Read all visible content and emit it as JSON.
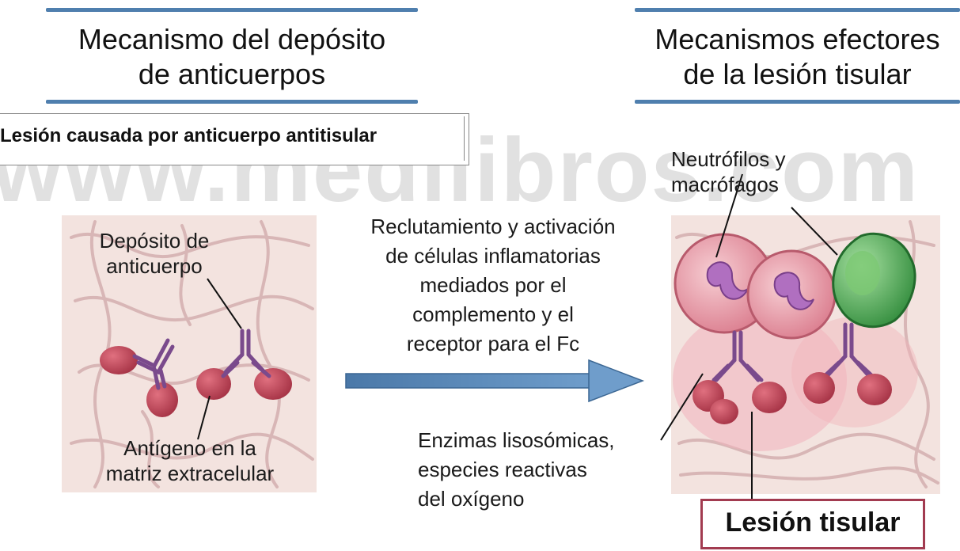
{
  "header_left": {
    "line1": "Mecanismo del depósito",
    "line2": "de anticuerpos"
  },
  "header_right": {
    "line1": "Mecanismos efectores",
    "line2": "de la lesión tisular"
  },
  "subtitle": "Lesión causada por anticuerpo antitisular",
  "watermark": "www.medilibros.com",
  "left_panel": {
    "label_deposit_1": "Depósito de",
    "label_deposit_2": "anticuerpo",
    "label_antigen_1": "Antígeno en la",
    "label_antigen_2": "matriz extracelular"
  },
  "middle": {
    "line1": "Reclutamiento y activación",
    "line2": "de células inflamatorias",
    "line3": "mediados por el",
    "line4": "complemento y el",
    "line5": "receptor para el Fc",
    "enzymes_1": "Enzimas lisosómicas,",
    "enzymes_2": "especies reactivas",
    "enzymes_3": "del oxígeno"
  },
  "right_panel": {
    "label_cells_1": "Neutrófilos y",
    "label_cells_2": "macrófagos"
  },
  "result_box": "Lesión tisular",
  "colors": {
    "accent_blue": "#4f7fae",
    "antigen_red": "#b8354a",
    "antibody_purple": "#7a4a8c",
    "neutrophil_pink": "#e9a3ad",
    "macrophage_green": "#3c9a45",
    "tissue_bg": "#f3e3df",
    "result_border": "#a23b50"
  }
}
